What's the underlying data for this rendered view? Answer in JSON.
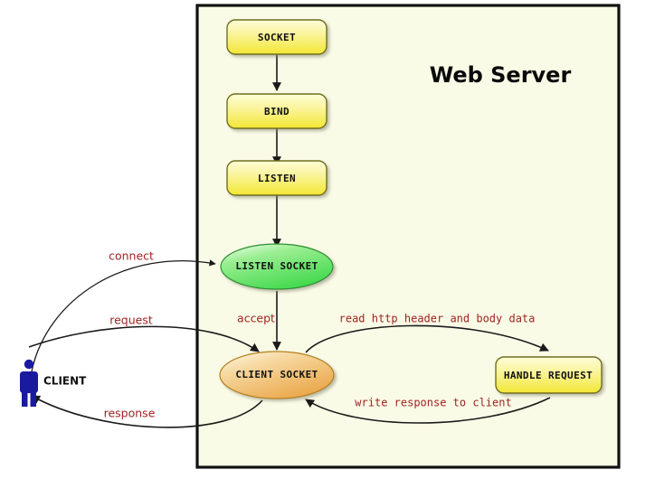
{
  "diagram": {
    "title": "Web Server",
    "background_color": "#ffffff",
    "server_panel": {
      "name": "Web Server",
      "fill": "#fafbe6",
      "border_color": "#111111"
    },
    "accent_colors": {
      "process_box_top": "#fcfbc8",
      "process_box_bottom": "#f3e73a",
      "process_box_border": "#6f6f1e",
      "listen_socket_fill": "#55e05a",
      "client_socket_fill": "#eeab4e",
      "edge_label": "#9e2222",
      "actor": "#1a1aa0",
      "line": "#1a1a1a"
    },
    "nodes": [
      {
        "id": "socket",
        "label": "SOCKET",
        "shape": "rounded-rect",
        "color": "yellow"
      },
      {
        "id": "bind",
        "label": "BIND",
        "shape": "rounded-rect",
        "color": "yellow"
      },
      {
        "id": "listen",
        "label": "LISTEN",
        "shape": "rounded-rect",
        "color": "yellow"
      },
      {
        "id": "listen_socket",
        "label": "LISTEN SOCKET",
        "shape": "ellipse",
        "color": "green"
      },
      {
        "id": "client_socket",
        "label": "CLIENT SOCKET",
        "shape": "ellipse",
        "color": "orange"
      },
      {
        "id": "handle_request",
        "label": "HANDLE REQUEST",
        "shape": "rounded-rect",
        "color": "yellow"
      }
    ],
    "actor": {
      "id": "client",
      "label": "CLIENT",
      "icon": "person-icon"
    },
    "edges": [
      {
        "id": "socket-bind",
        "from": "socket",
        "to": "bind",
        "label": ""
      },
      {
        "id": "bind-listen",
        "from": "bind",
        "to": "listen",
        "label": ""
      },
      {
        "id": "listen-listen_socket",
        "from": "listen",
        "to": "listen_socket",
        "label": ""
      },
      {
        "id": "client-listen_socket",
        "from": "client",
        "to": "listen_socket",
        "label": "connect"
      },
      {
        "id": "listen_socket-client_socket",
        "from": "listen_socket",
        "to": "client_socket",
        "label": "accept"
      },
      {
        "id": "client-client_socket",
        "from": "client",
        "to": "client_socket",
        "label": "request"
      },
      {
        "id": "client_socket-handle_request",
        "from": "client_socket",
        "to": "handle_request",
        "label": "read http header and body data"
      },
      {
        "id": "handle_request-client_socket",
        "from": "handle_request",
        "to": "client_socket",
        "label": "write response to client"
      },
      {
        "id": "client_socket-client",
        "from": "client_socket",
        "to": "client",
        "label": "response"
      }
    ]
  }
}
